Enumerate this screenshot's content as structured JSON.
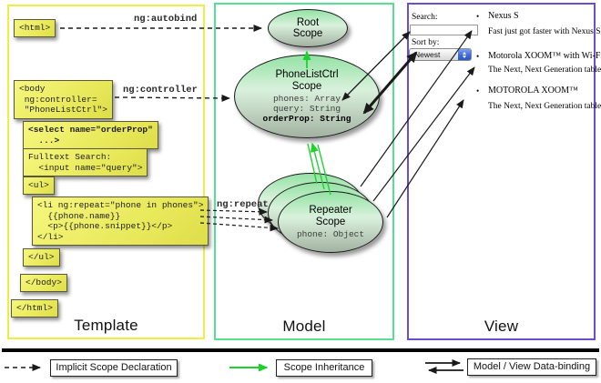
{
  "columns": {
    "template": "Template",
    "model": "Model",
    "view": "View"
  },
  "code_boxes": {
    "html_open": "<html>",
    "body_open": "<body\n ng:controller=\n \"PhoneListCtrl\">",
    "select": "<select name=\"orderProp\"\n  ...>",
    "fulltext": "Fulltext Search:\n  <input name=\"query\">",
    "ul_open": "<ul>",
    "li_repeat": "<li ng:repeat=\"phone in phones\">\n  {{phone.name}}\n  <p>{{phone.snippet}}</p>\n</li>",
    "ul_close": "</ul>",
    "body_close": "</body>",
    "html_close": "</html>"
  },
  "directives": {
    "autobind": "ng:autobind",
    "controller": "ng:controller",
    "repeat": "ng:repeat"
  },
  "scopes": {
    "root_title": "Root\nScope",
    "phonelist_title": "PhoneListCtrl\nScope",
    "phonelist_props": "phones: Array\nquery: String",
    "phonelist_bold_prop": "orderProp: String",
    "repeater_title": "Repeater\nScope",
    "repeater_prop": "phone: Object"
  },
  "view_panel": {
    "search_label": "Search:",
    "search_value": "",
    "sort_label": "Sort by:",
    "sort_value": "Newest",
    "bullet": "•",
    "items": [
      {
        "name": "Nexus S",
        "desc": "Fast just got faster with Nexus S."
      },
      {
        "name": "Motorola XOOM™ with Wi-Fi",
        "desc": "The Next, Next Generation tablet."
      },
      {
        "name": "MOTOROLA XOOM™",
        "desc": "The Next, Next Generation tablet."
      }
    ]
  },
  "legend": {
    "implicit": "Implicit Scope Declaration",
    "inheritance": "Scope Inheritance",
    "binding": "Model / View Data-binding"
  },
  "colors": {
    "template_border": "#f0ee3e",
    "model_border": "#55e096",
    "view_border": "#6a4ed2",
    "arrow_green": "#1fd12f",
    "box_yellow": "#efef62",
    "scope_fill": "#94e2a4"
  }
}
